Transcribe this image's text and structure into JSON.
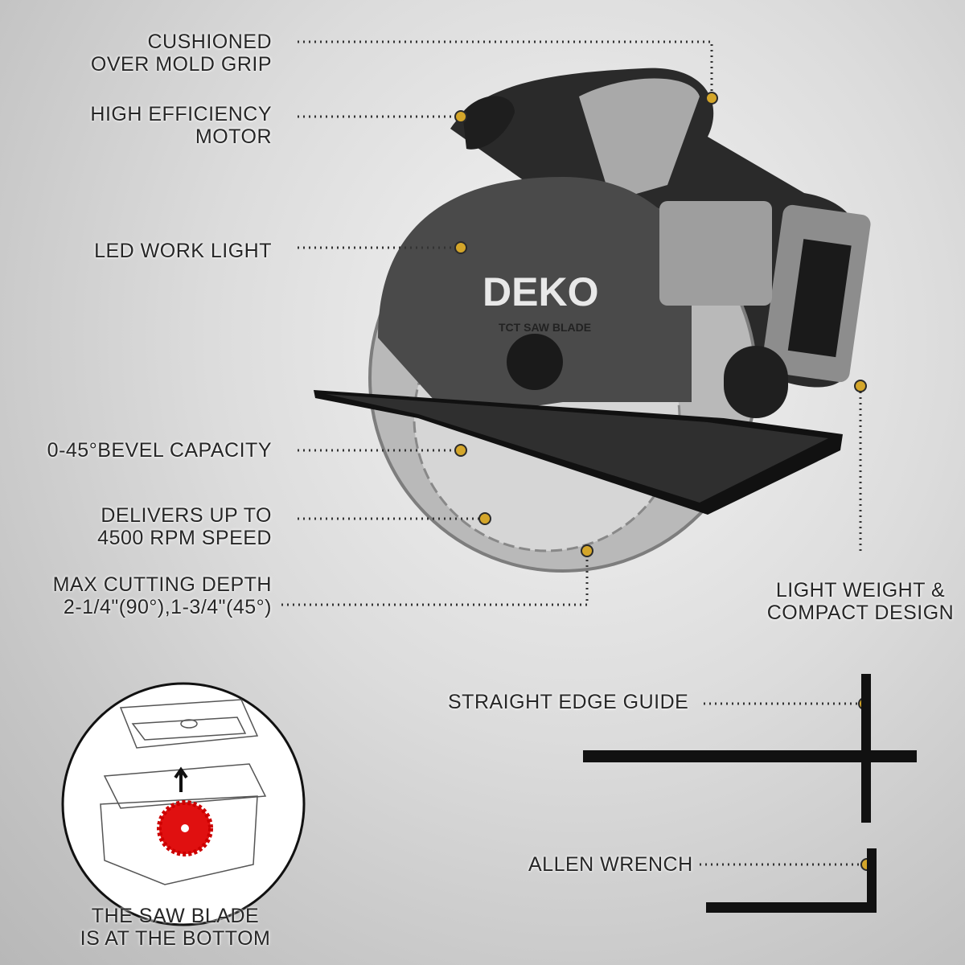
{
  "brand": "DEKO",
  "blade_text": "TCT SAW BLADE",
  "features": {
    "grip": [
      "CUSHIONED",
      "OVER MOLD GRIP"
    ],
    "motor": [
      "HIGH EFFICIENCY",
      "MOTOR"
    ],
    "light": [
      "LED WORK LIGHT"
    ],
    "bevel": [
      "0-45°BEVEL CAPACITY"
    ],
    "speed": [
      "DELIVERS UP TO",
      "4500 RPM SPEED"
    ],
    "depth": [
      "MAX CUTTING DEPTH",
      "2-1/4\"(90°),1-3/4\"(45°)"
    ],
    "weight": [
      "LIGHT WEIGHT &",
      "COMPACT DESIGN"
    ]
  },
  "accessories": {
    "guide": "STRAIGHT EDGE GUIDE",
    "wrench": "ALLEN WRENCH"
  },
  "inset": [
    "THE SAW BLADE",
    "IS AT THE BOTTOM"
  ],
  "colors": {
    "accent_dot": "#d4a62a",
    "blade_highlight": "#e01010"
  }
}
